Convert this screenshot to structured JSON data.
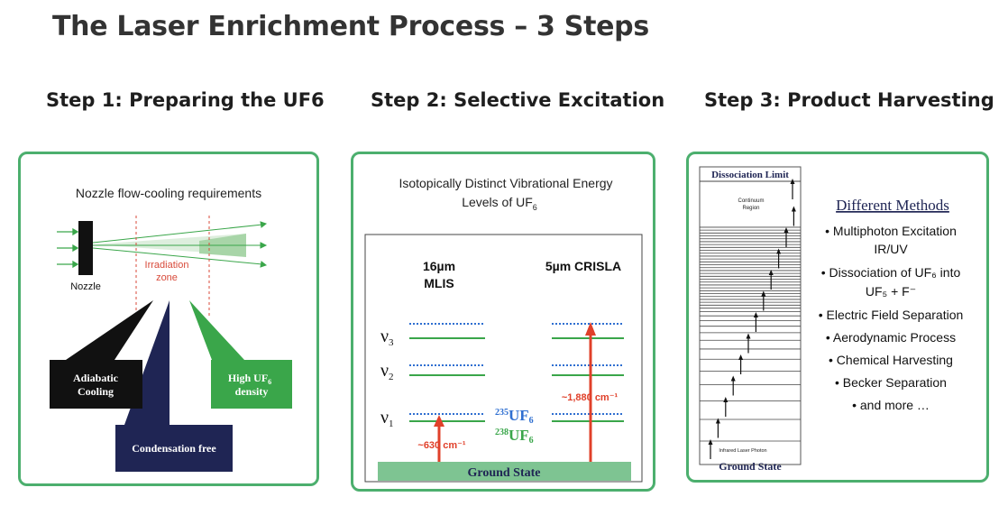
{
  "title": "The Laser Enrichment Process – 3 Steps",
  "colors": {
    "panel_border": "#4caf6e",
    "green": "#3aa64a",
    "red": "#e0402a",
    "blue_dots": "#2f6fd1",
    "dark_navy": "#1f2554"
  },
  "steps": [
    {
      "title": "Step 1: Preparing the UF6"
    },
    {
      "title": "Step 2: Selective Excitation"
    },
    {
      "title": "Step 3: Product Harvesting"
    }
  ],
  "panel1": {
    "heading": "Nozzle flow-cooling requirements",
    "nozzle_label": "Nozzle",
    "irradiation_line1": "Irradiation",
    "irradiation_line2": "zone",
    "box_adiabatic_line1": "Adiabatic",
    "box_adiabatic_line2": "Cooling",
    "box_high_line1": "High UF",
    "box_high_sub": "6",
    "box_high_line2": "density",
    "box_condensation": "Condensation free"
  },
  "panel2": {
    "heading_line1": "Isotopically Distinct Vibrational Energy",
    "heading_line2": "Levels of UF",
    "heading_sub": "6",
    "left_label_line1": "16µm",
    "left_label_line2": "MLIS",
    "right_label": "5µm CRISLA",
    "nu3": "ν",
    "nu3_sub": "3",
    "nu2": "ν",
    "nu2_sub": "2",
    "nu1": "ν",
    "nu1_sub": "1",
    "iso235_sup": "235",
    "iso235": "UF",
    "iso235_sub": "6",
    "iso238_sup": "238",
    "iso238": "UF",
    "iso238_sub": "6",
    "left_arrow_label": "~630 cm⁻¹",
    "right_arrow_label": "~1,880 cm⁻¹",
    "ground_state": "Ground State"
  },
  "panel3": {
    "dissociation_limit": "Dissociation Limit",
    "continuum_line1": "Continuum",
    "continuum_line2": "Region",
    "infrared_label": "Infrared Laser Photon",
    "ground_state": "Ground State",
    "methods_heading": "Different Methods",
    "methods": [
      "• Multiphoton Excitation",
      "IR/UV",
      "• Dissociation of UF₆ into",
      "UF₅ + F⁻",
      "• Electric Field Separation",
      "• Aerodynamic Process",
      "• Chemical Harvesting",
      "• Becker Separation",
      "• and more …"
    ]
  }
}
